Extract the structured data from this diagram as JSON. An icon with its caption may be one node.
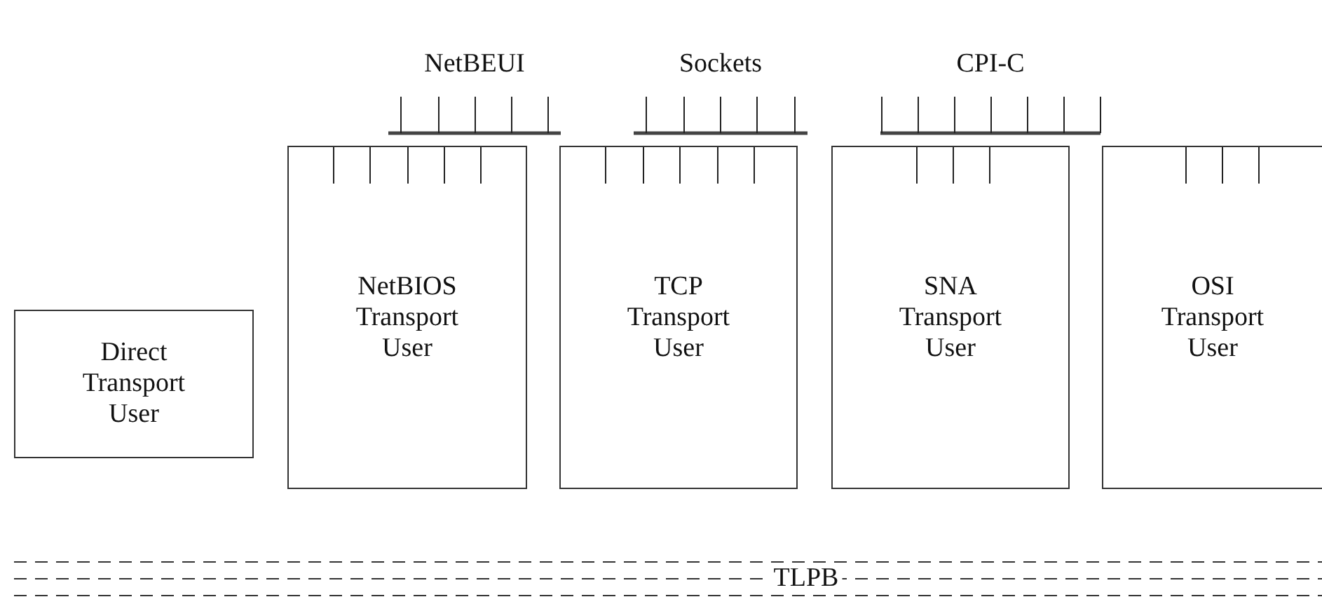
{
  "diagram": {
    "nodes": [
      {
        "text": [
          "NetBEUI"
        ]
      },
      {
        "text": [
          "Sockets"
        ]
      },
      {
        "text": [
          "CPI-C"
        ]
      },
      {
        "text": [
          "Direct Transport User"
        ]
      },
      {
        "text": [
          "NetBIOS Transport User"
        ]
      },
      {
        "text": [
          "TCP Transport User"
        ]
      },
      {
        "text": [
          "SNA Transport User"
        ]
      },
      {
        "text": [
          "OSI Transport User"
        ]
      },
      {
        "text": [
          "TLPB"
        ]
      }
    ]
  }
}
